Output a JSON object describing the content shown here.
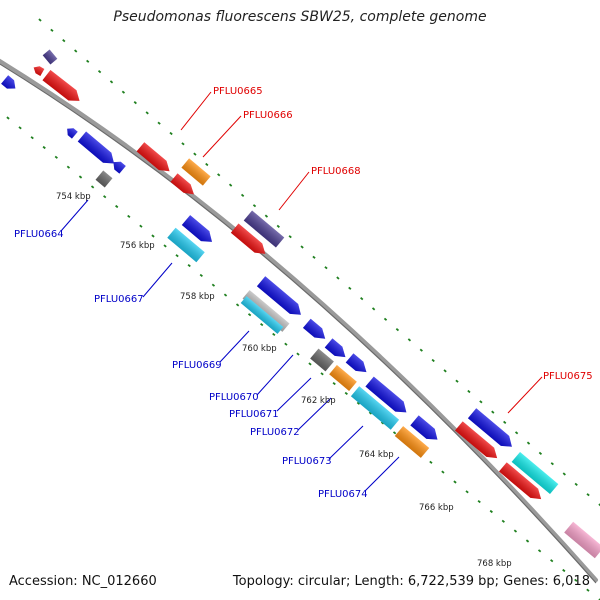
{
  "header": {
    "title": "Pseudomonas fluorescens SBW25, complete genome"
  },
  "footer": {
    "accession": "Accession: NC_012660",
    "topology": "Topology: circular; Length: 6,722,539 bp; Genes: 6,018"
  },
  "colors": {
    "backbone": "#808080",
    "tick_dots": "#208020",
    "gene_blue": "#1010e0",
    "gene_red": "#ee1111",
    "gene_orange": "#ff9010",
    "gene_cyan": "#20c8ee",
    "gene_aqua": "#10e8e8",
    "gene_purple": "#4a3c90",
    "gene_gray": "#666666",
    "gene_silver": "#bbbbbb",
    "gene_pink": "#f5a0c8",
    "label_top": "#e00000",
    "label_bottom": "#0000c8"
  },
  "scale_labels": [
    "754 kbp",
    "756 kbp",
    "758 kbp",
    "760 kbp",
    "762 kbp",
    "764 kbp",
    "766 kbp",
    "768 kbp"
  ],
  "gene_labels_top": [
    "PFLU0665",
    "PFLU0666",
    "PFLU0668",
    "PFLU0675"
  ],
  "gene_labels_bottom": [
    "PFLU0664",
    "PFLU0667",
    "PFLU0669",
    "PFLU0670",
    "PFLU0671",
    "PFLU0672",
    "PFLU0673",
    "PFLU0674"
  ]
}
